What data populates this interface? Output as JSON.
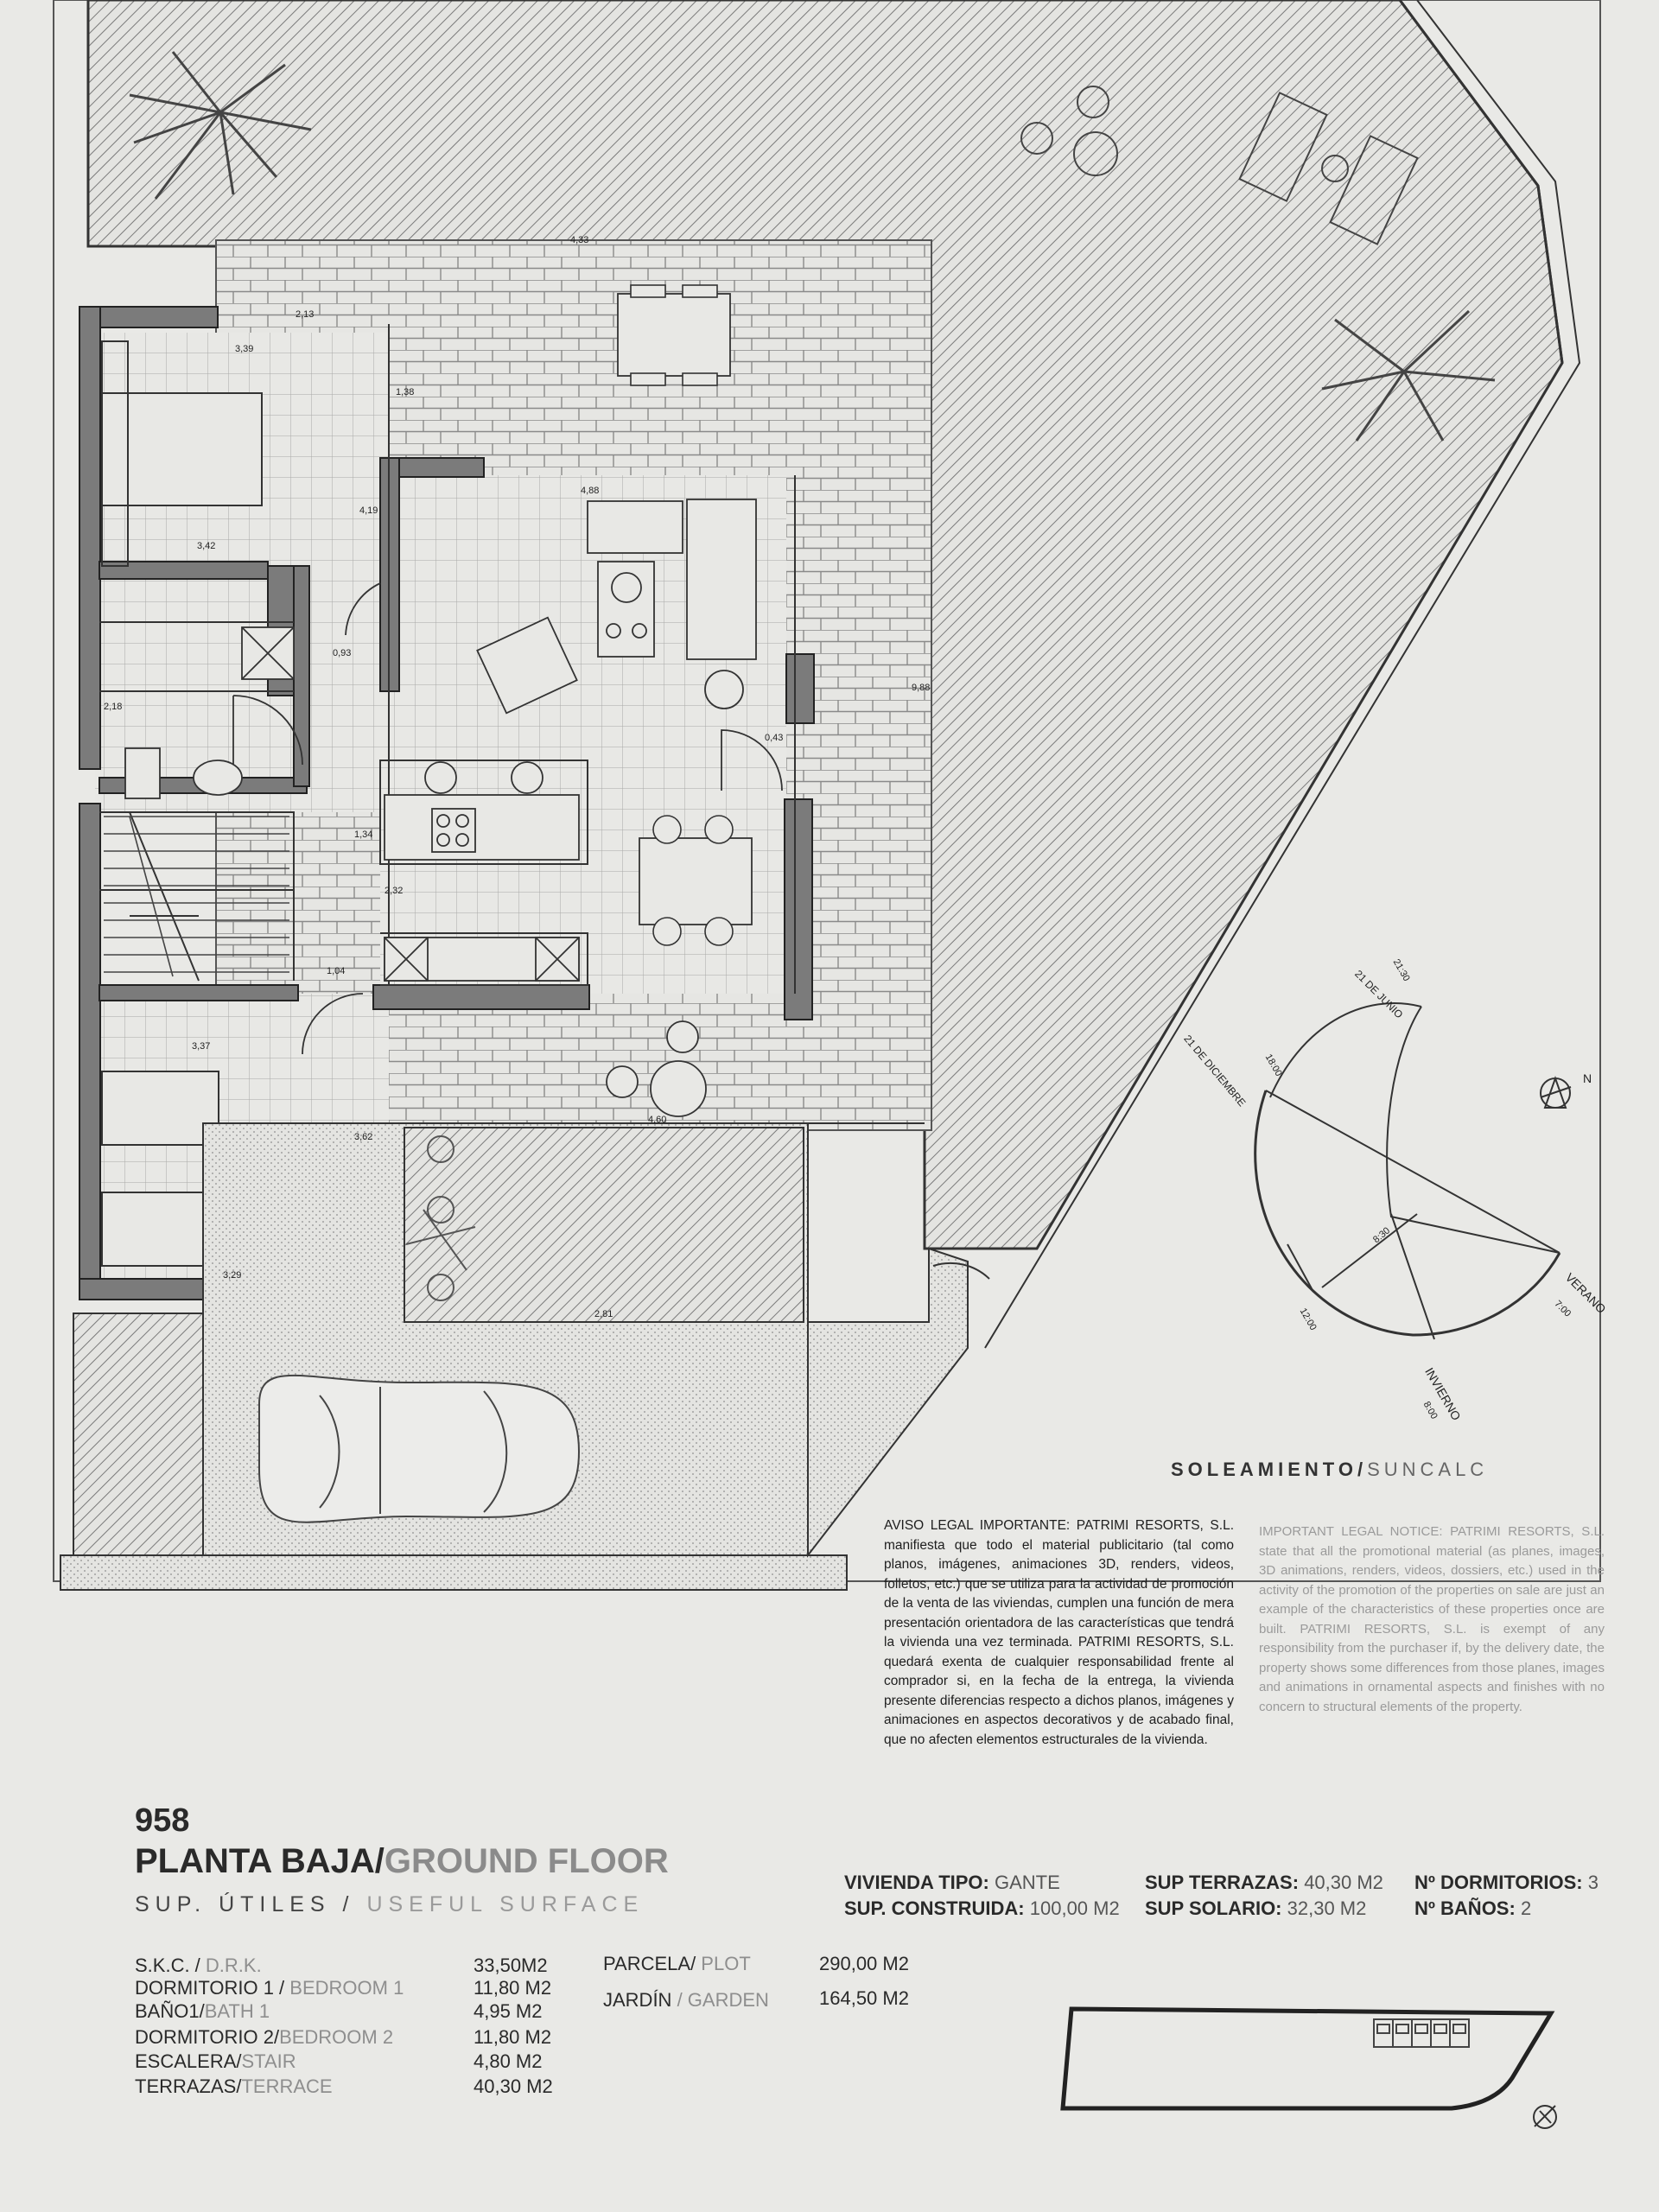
{
  "plan": {
    "number": "958",
    "title_es": "PLANTA BAJA/",
    "title_en": "GROUND FLOOR",
    "surface_es": "SUP. ÚTILES / ",
    "surface_en": "USEFUL SURFACE"
  },
  "rooms": [
    {
      "es": "S.K.C. / ",
      "en": "D.R.K.",
      "value": "33,50M2"
    },
    {
      "es": "DORMITORIO 1 / ",
      "en": "BEDROOM 1",
      "value": "11,80 M2"
    },
    {
      "es": "BAÑO1/",
      "en": "BATH 1",
      "value": "4,95 M2"
    },
    {
      "es": "DORMITORIO 2/",
      "en": "BEDROOM 2",
      "value": "11,80 M2"
    },
    {
      "es": "ESCALERA/",
      "en": "STAIR",
      "value": "4,80 M2"
    },
    {
      "es": "TERRAZAS/",
      "en": "TERRACE",
      "value": "40,30 M2"
    }
  ],
  "plot": [
    {
      "es": "PARCELA/",
      "en": " PLOT",
      "value": "290,00 M2"
    },
    {
      "es": "JARDÍN",
      "en": " / GARDEN",
      "value": "164,50 M2"
    }
  ],
  "info": {
    "tipo_label": "VIVIENDA TIPO:",
    "tipo_value": "GANTE",
    "construida_label": "SUP. CONSTRUIDA:",
    "construida_value": "100,00 M2",
    "terrazas_label": "SUP TERRAZAS:",
    "terrazas_value": "40,30 M2",
    "solario_label": "SUP SOLARIO:",
    "solario_value": "32,30 M2",
    "dormitorios_label": "Nº DORMITORIOS:",
    "dormitorios_value": "3",
    "banos_label": "Nº BAÑOS:",
    "banos_value": "2"
  },
  "sun": {
    "title_es": "SOLEAMIENTO/",
    "title_en": "SUNCALC",
    "labels": {
      "june": "21 DE JUNIO",
      "december": "21 DE DICIEMBRE",
      "summer": "VERANO",
      "winter": "INVIERNO",
      "north": "N",
      "t1": "21:30",
      "t2": "18:00",
      "t3": "7:00",
      "t4": "12:00",
      "t5": "8:30",
      "t6": "8:00"
    }
  },
  "legal": {
    "es": "AVISO LEGAL IMPORTANTE: PATRIMI RESORTS, S.L. manifiesta que todo el material publicitario (tal como planos, imágenes, animaciones 3D, renders, videos, folletos, etc.) que se utiliza para la actividad de promoción de la venta de las viviendas, cumplen una función de mera presentación orientadora de las características que tendrá la vivienda una vez terminada. PATRIMI RESORTS, S.L. quedará exenta de cualquier responsabilidad frente al comprador si, en la fecha de la entrega, la vivienda presente diferencias respecto a dichos planos, imágenes y animaciones en aspectos decorativos y de acabado final, que no afecten elementos estructurales de la vivienda.",
    "en": "IMPORTANT LEGAL NOTICE: PATRIMI RESORTS, S.L. state that all the promotional material (as planes, images, 3D animations, renders, videos, dossiers, etc.) used in the activity of the promotion of the properties on sale are just an example of the characteristics of these properties once are built. PATRIMI RESORTS, S.L. is exempt of any responsibility from the purchaser if, by the delivery date, the property shows some differences from those planes, images and animations in ornamental aspects and finishes with no concern to structural elements of the property."
  },
  "dims": {
    "d1": "4,33",
    "d2": "2,13",
    "d3": "3,39",
    "d4": "1,38",
    "d5": "4,19",
    "d6": "3,42",
    "d7": "0,93",
    "d8": "2,18",
    "d9": "1,34",
    "d10": "2,32",
    "d11": "1,04",
    "d12": "3,37",
    "d13": "3,62",
    "d14": "3,29",
    "d15": "4,88",
    "d16": "9,88",
    "d17": "0,43",
    "d18": "4,60",
    "d19": "2,81"
  }
}
